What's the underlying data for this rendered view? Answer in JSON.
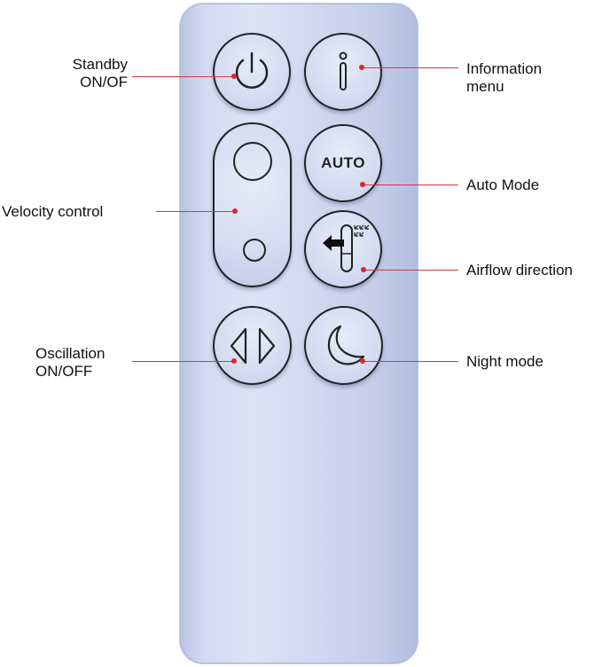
{
  "labels": {
    "standby": [
      "Standby",
      "ON/OF"
    ],
    "information": [
      "Information",
      "menu"
    ],
    "velocity": "Velocity control",
    "auto_mode": "Auto Mode",
    "airflow": "Airflow direction",
    "oscillation": [
      "Oscillation",
      "ON/OFF"
    ],
    "night": "Night mode"
  },
  "buttons": {
    "auto_text": "AUTO"
  },
  "colors": {
    "leader_line": "#d23a3a",
    "remote_body": "#d3daf0"
  }
}
